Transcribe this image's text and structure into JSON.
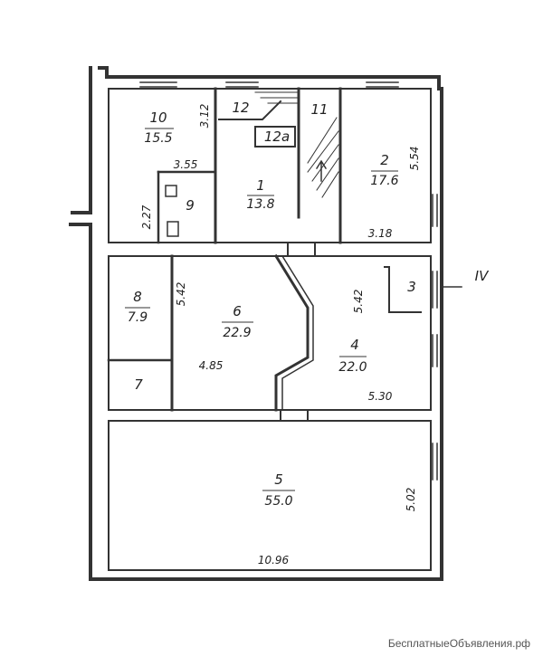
{
  "rooms": [
    {
      "id": "10",
      "area": "15.5"
    },
    {
      "id": "12",
      "area": ""
    },
    {
      "id": "12a",
      "label": "12a",
      "area": ""
    },
    {
      "id": "11",
      "area": ""
    },
    {
      "id": "1",
      "area": "13.8"
    },
    {
      "id": "2",
      "area": "17.6"
    },
    {
      "id": "9",
      "area": ""
    },
    {
      "id": "8",
      "area": "7.9"
    },
    {
      "id": "6",
      "area": "22.9"
    },
    {
      "id": "4",
      "area": "22.0"
    },
    {
      "id": "3",
      "area": ""
    },
    {
      "id": "7",
      "area": ""
    },
    {
      "id": "5",
      "area": "55.0"
    }
  ],
  "dimensions": [
    "3.12",
    "3.55",
    "2.27",
    "5.54",
    "3.18",
    "5.42",
    "4.85",
    "5.42",
    "5.30",
    "5.02",
    "10.96"
  ],
  "section_mark": "IV",
  "watermark": "БесплатныеОбъявления.рф"
}
